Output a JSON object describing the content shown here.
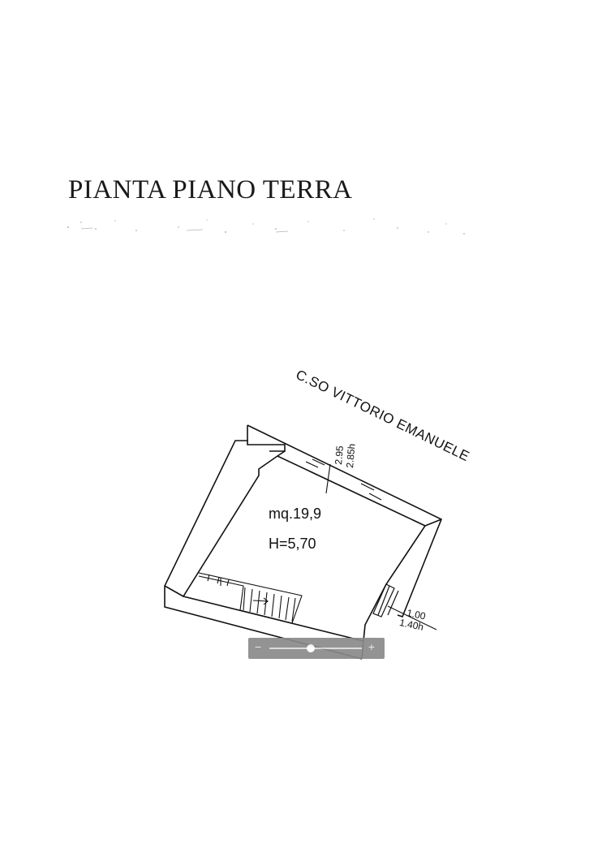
{
  "document": {
    "title": "PIANTA PIANO TERRA"
  },
  "plan": {
    "street": "C.SO VITTORIO EMANUELE",
    "room": {
      "area": "mq.19,9",
      "height": "H=5,70"
    },
    "window_top": {
      "width": "2.95",
      "height": "2.85h"
    },
    "door_side": {
      "width": "1.00",
      "height": "1.40h"
    }
  },
  "viewer": {
    "zoom_minus": "−",
    "zoom_plus": "+",
    "zoom_level": 0.45
  }
}
